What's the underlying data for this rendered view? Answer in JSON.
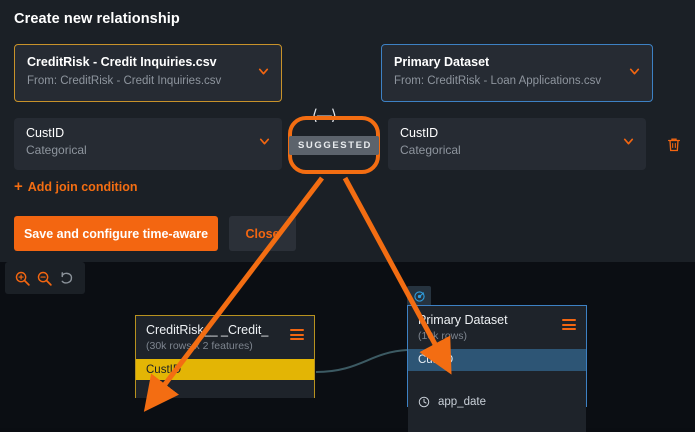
{
  "dialog": {
    "title": "Create new relationship",
    "swap_icon": "bidirectional-arrow-icon",
    "datasets": [
      {
        "name": "CreditRisk - Credit Inquiries.csv",
        "from": "From: CreditRisk - Credit Inquiries.csv",
        "border_color": "#c8922a",
        "chevron": "chevron-down-icon"
      },
      {
        "name": "Primary Dataset",
        "from": "From: CreditRisk - Loan Applications.csv",
        "border_color": "#3d81c4",
        "chevron": "chevron-down-icon"
      }
    ],
    "join_condition": {
      "left_column": "CustID",
      "left_type": "Categorical",
      "right_column": "CustID",
      "right_type": "Categorical",
      "badge": "SUGGESTED",
      "delete_icon": "trash-icon"
    },
    "add_join_label": "Add join condition",
    "add_join_plus": "+",
    "buttons": {
      "save": "Save and configure time-aware",
      "close": "Close"
    },
    "accent_color": "#f36611",
    "badge_bg": "#5c636c"
  },
  "toolbar": {
    "zoom_in": "zoom-in-icon",
    "zoom_out": "zoom-out-icon",
    "reset": "reset-view-icon"
  },
  "graph": {
    "nodes": [
      {
        "title": "CreditRisk__ _Credit_",
        "subtitle": "(30k rows x 2 features)",
        "menu_icon": "hamburger-menu-icon",
        "border_color": "#b8921f",
        "highlight_color": "#e3b505",
        "fields": [
          {
            "label": "CustID",
            "state": "highlighted-yellow",
            "icon": null
          }
        ]
      },
      {
        "title": "Primary Dataset",
        "subtitle": "(10k rows)",
        "menu_icon": "hamburger-menu-icon",
        "border_color": "#3d81c4",
        "highlight_color": "#2d5575",
        "badge_icon": "target-icon",
        "fields": [
          {
            "label": "CustID",
            "state": "highlighted-blue",
            "icon": null
          },
          {
            "label": "app_date",
            "state": "normal",
            "icon": "clock-icon"
          }
        ]
      }
    ],
    "connector_color": "#3c5a63",
    "annotation_arrow_color": "#f36d12"
  }
}
